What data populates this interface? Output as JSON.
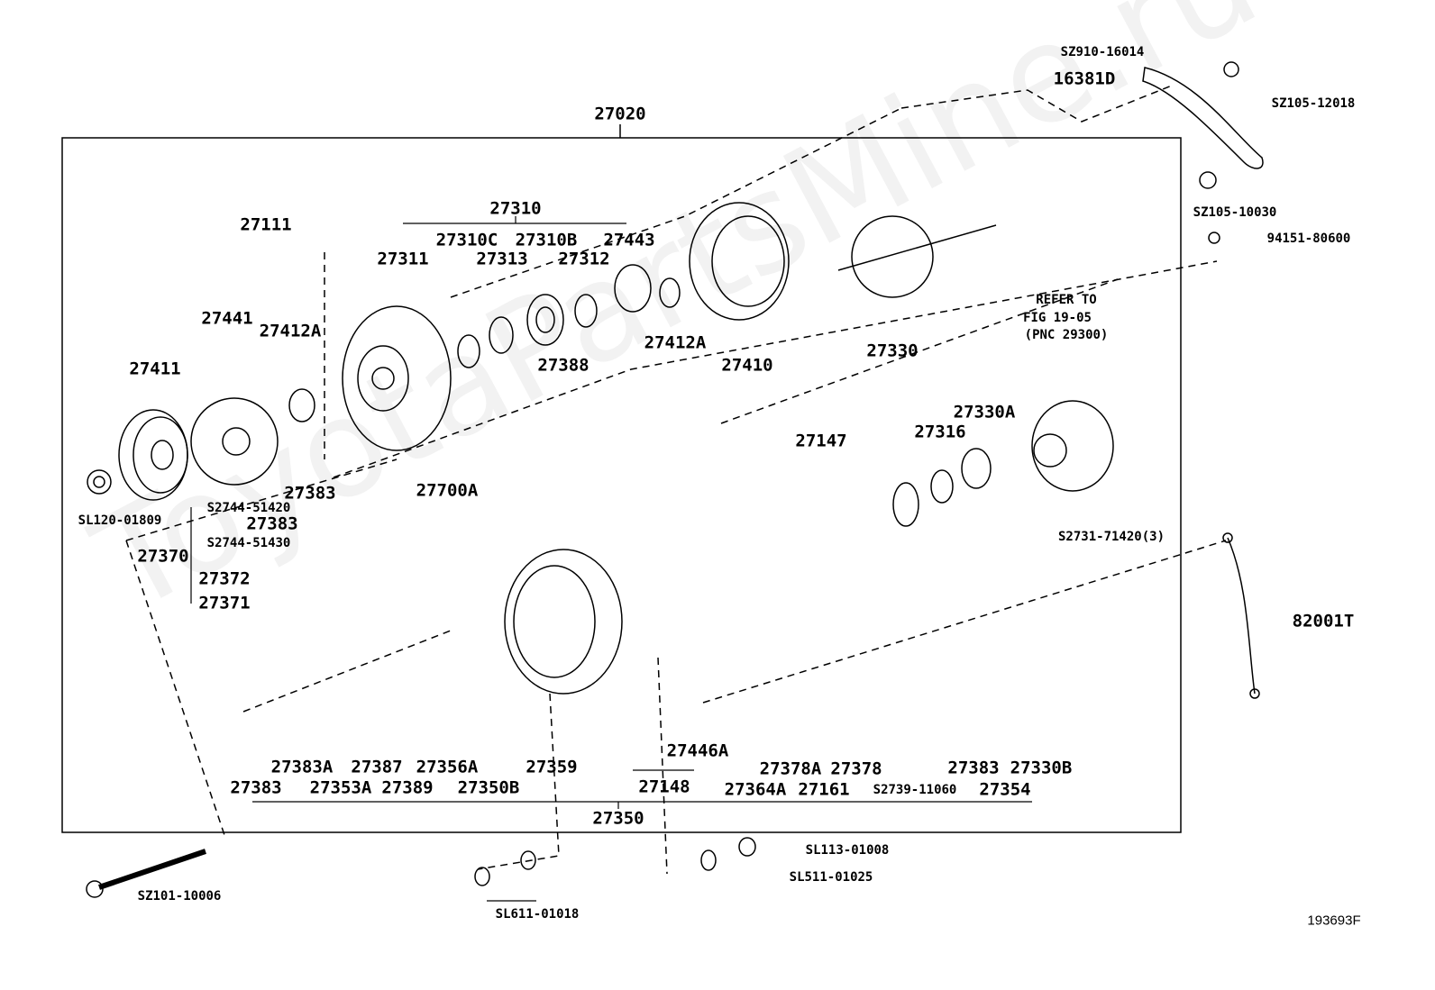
{
  "diagram": {
    "figure_code": "193693F",
    "watermark": "ToyotaPartsMine.ru",
    "refer_note": [
      "REFER TO",
      "FIG 19-05",
      "(PNC 29300)"
    ],
    "labels": [
      "27020",
      "27310",
      "27111",
      "27310C",
      "27310B",
      "27443",
      "27311",
      "27313",
      "27312",
      "27441",
      "27412A",
      "27411",
      "27388",
      "27412A",
      "27410",
      "27330",
      "27330A",
      "27316",
      "27147",
      "27700A",
      "27383",
      "S2744-51420",
      "27383",
      "S2744-51430",
      "27370",
      "27372",
      "27371",
      "SL120-01809",
      "S2731-71420(3)",
      "82001T",
      "27446A",
      "27383",
      "27383A",
      "27353A",
      "27387",
      "27389",
      "27356A",
      "27350B",
      "27359",
      "27148",
      "27378A",
      "27378",
      "27364A",
      "27161",
      "S2739-11060",
      "27383",
      "27330B",
      "27354",
      "27350",
      "SL113-01008",
      "SL511-01025",
      "SZ101-10006",
      "SL611-01018",
      "SZ910-16014",
      "16381D",
      "SZ105-12018",
      "SZ105-10030",
      "94151-80600"
    ]
  }
}
